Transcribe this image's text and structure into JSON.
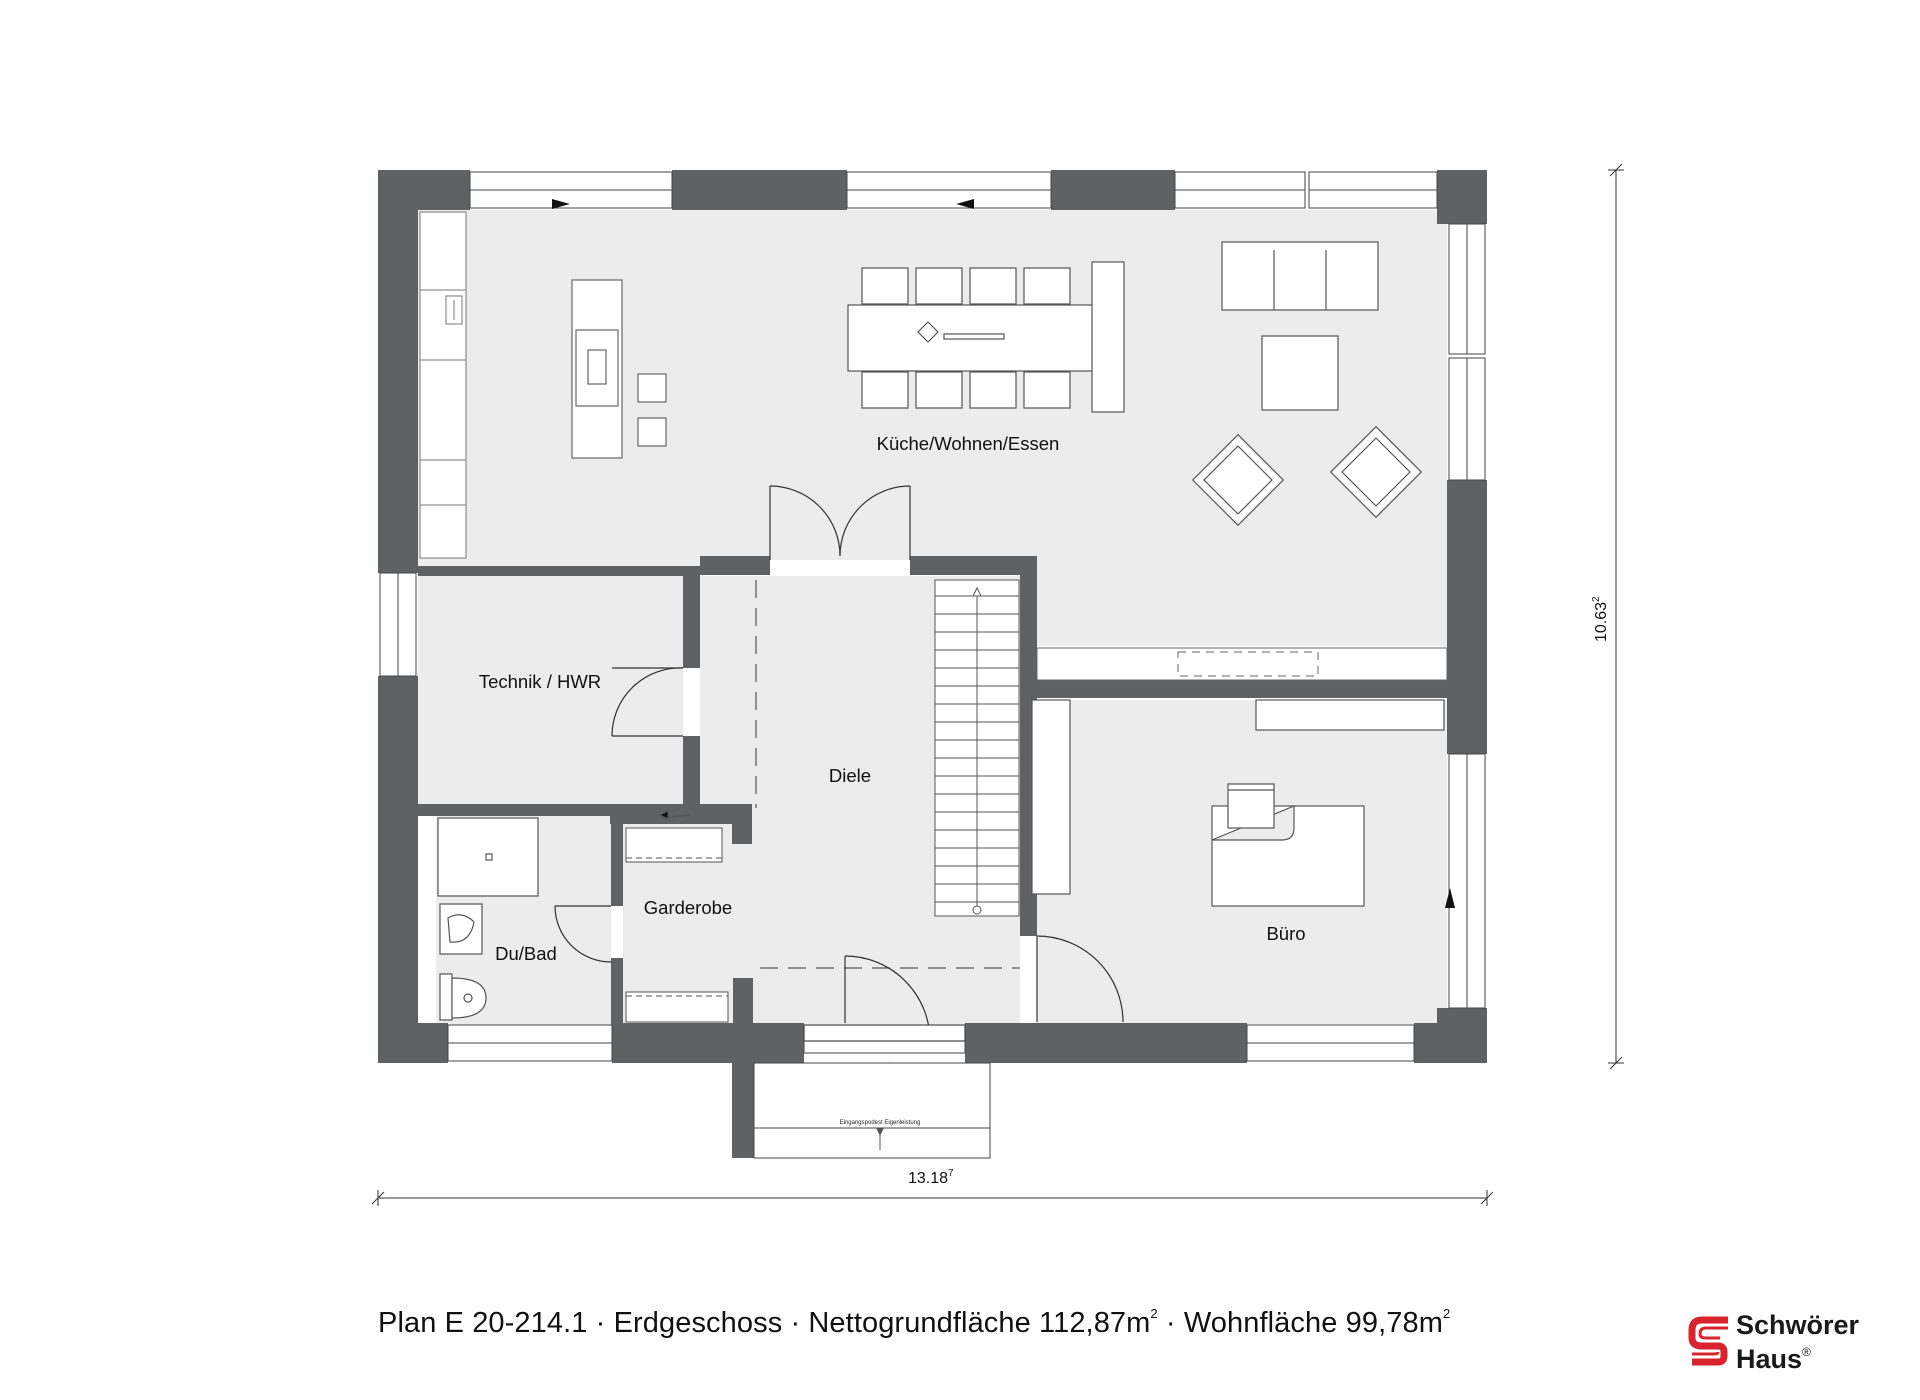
{
  "rooms": {
    "kitchen_living": "Küche/Wohnen/Essen",
    "technik": "Technik / HWR",
    "diele": "Diele",
    "garderobe": "Garderobe",
    "bath": "Du/Bad",
    "office": "Büro"
  },
  "entrance_note": "Eingangspodest Eigenleistung",
  "dimensions": {
    "width": "13.18",
    "width_sup": "7",
    "height": "10.63",
    "height_sup": "2"
  },
  "caption": {
    "plan": "Plan E 20-214.1",
    "floor": "Erdgeschoss",
    "net_area_label": "Nettogrundfläche 112,87m",
    "living_area_label": "Wohnfläche 99,78m",
    "area_sup": "2",
    "separator": " · "
  },
  "brand": {
    "line1": "Schwörer",
    "line2": "Haus",
    "mark": "®",
    "logo_color": "#d9232d"
  },
  "colors": {
    "wall": "#5f6163",
    "floor": "#ececec",
    "line": "#333333"
  }
}
